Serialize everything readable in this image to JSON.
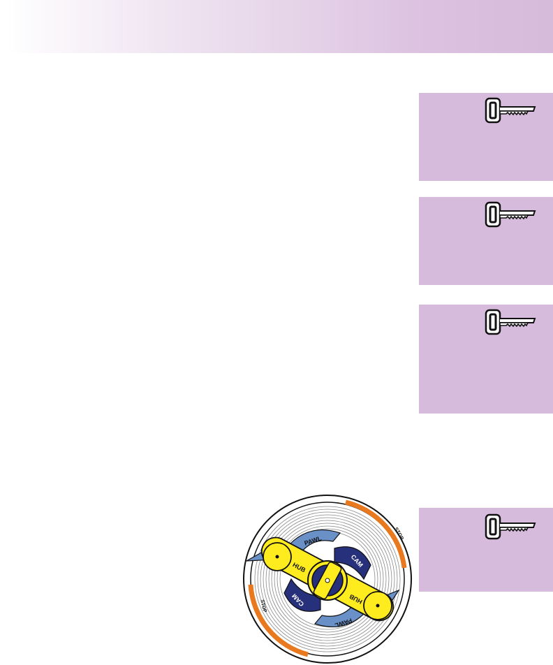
{
  "colors": {
    "header_gradient_end": "#d6bbdb",
    "sidebar_box": "#d7bbdc",
    "arm_yellow": "#ffec1f",
    "pawl_blue": "#6a90c8",
    "cam_navy": "#27307a",
    "stop_orange": "#e8791e"
  },
  "sidebar_boxes": [
    {
      "icon": "key-icon"
    },
    {
      "icon": "key-icon"
    },
    {
      "icon": "key-icon"
    },
    {
      "icon": "key-icon"
    }
  ],
  "diagram": {
    "labels": {
      "pawl_top": "PAWL",
      "pawl_bottom": "PAWL",
      "cam_top": "CAM",
      "cam_bottom": "CAM",
      "hub_left": "HUB",
      "hub_right": "HUB",
      "stop_top": "STOP",
      "stop_bottom": "STOP"
    }
  }
}
